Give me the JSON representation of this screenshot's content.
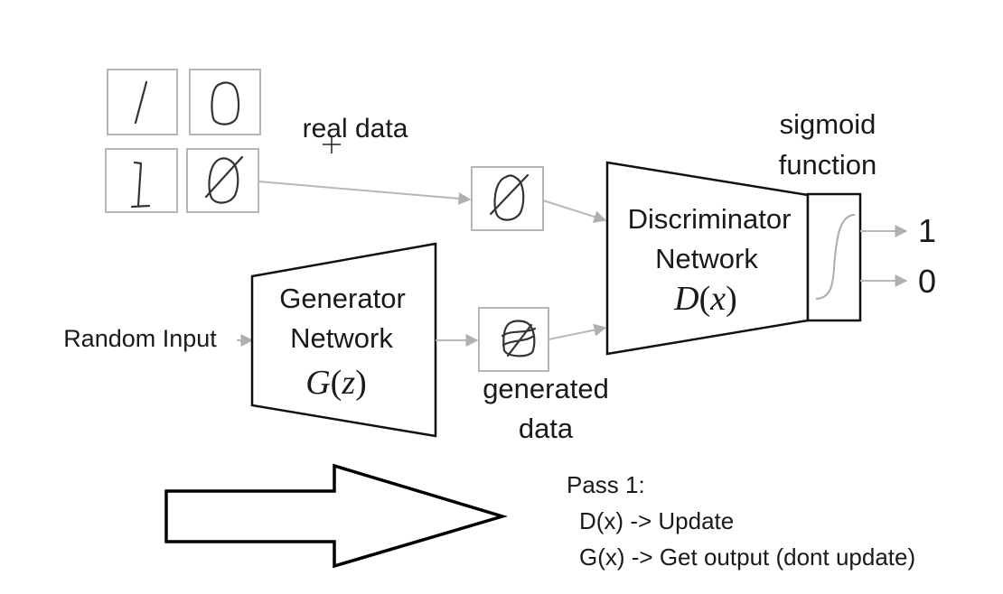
{
  "diagram": {
    "real_data_label": "real data",
    "sigmoid_label_line1": "sigmoid",
    "sigmoid_label_line2": "function",
    "discriminator_line1": "Discriminator",
    "discriminator_line2": "Network",
    "discriminator_math_fn": "D",
    "discriminator_math_open": "(",
    "discriminator_math_var": "x",
    "discriminator_math_close": ")",
    "generator_line1": "Generator",
    "generator_line2": "Network",
    "generator_math_fn": "G",
    "generator_math_open": "(",
    "generator_math_var": "z",
    "generator_math_close": ")",
    "random_input_label": "Random Input",
    "generated_label_line1": "generated",
    "generated_label_line2": "data",
    "output_one": "1",
    "output_zero": "0"
  },
  "notes": {
    "title": "Pass 1:",
    "line1": "D(x) -> Update",
    "line2": "G(x) -> Get output (dont update)"
  },
  "colors": {
    "connector": "#b8b8b8",
    "network_stroke": "#111111",
    "thumbnail_border": "#b5b5b5"
  }
}
